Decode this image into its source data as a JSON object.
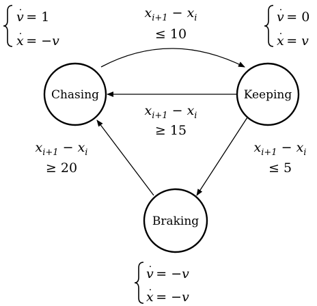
{
  "states": {
    "chasing": {
      "label": "Chasing"
    },
    "keeping": {
      "label": "Keeping"
    },
    "braking": {
      "label": "Braking"
    }
  },
  "dynamics": {
    "chasing": {
      "vdot": "1",
      "xdot": "−v"
    },
    "keeping": {
      "vdot": "0",
      "xdot": "v"
    },
    "braking": {
      "vdot": "−v",
      "xdot": "−v"
    }
  },
  "transitions": {
    "chasing_to_keeping": {
      "op": "≤",
      "threshold": "10"
    },
    "keeping_to_chasing": {
      "op": "≥",
      "threshold": "15"
    },
    "keeping_to_braking": {
      "op": "≤",
      "threshold": "5"
    },
    "braking_to_chasing": {
      "op": "≥",
      "threshold": "20"
    }
  },
  "gap_variable": {
    "base": "x",
    "next_index": "i+1",
    "index": "i"
  }
}
